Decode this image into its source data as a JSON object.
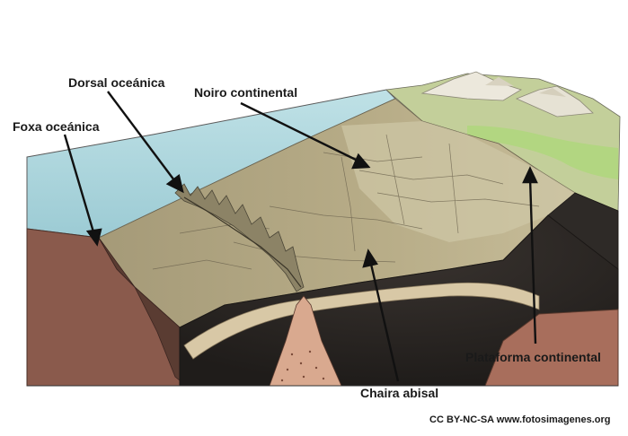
{
  "labels": {
    "dorsal": "Dorsal oceánica",
    "noiro": "Noiro continental",
    "foxa": "Foxa oceánica",
    "plataforma": "Plataforma continental",
    "chaira": "Chaira abisal"
  },
  "credit": "CC BY-NC-SA www.fotosimagenes.org",
  "colors": {
    "water": "#a9d4dc",
    "seafloor": "#b7ab86",
    "crust_dark": "#2e2a27",
    "crust_brown": "#8a5a4c",
    "sediment": "#d4c3a0",
    "land_green": "#b8d98a",
    "mountain": "#e8e4d8"
  }
}
